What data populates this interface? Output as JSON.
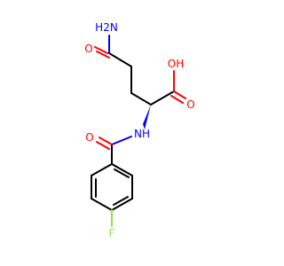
{
  "molecule": {
    "atoms": {
      "amide_n": "H2N",
      "amide_o": "O",
      "acid_oh": "OH",
      "acid_o": "O",
      "nh": "NH",
      "benzoyl_o": "O",
      "fluorine": "F"
    }
  },
  "colors": {
    "bond": "#000000",
    "oxygen": "#ff0000",
    "nitrogen": "#0000ff",
    "fluorine": "#90e050",
    "background": "#ffffff"
  }
}
